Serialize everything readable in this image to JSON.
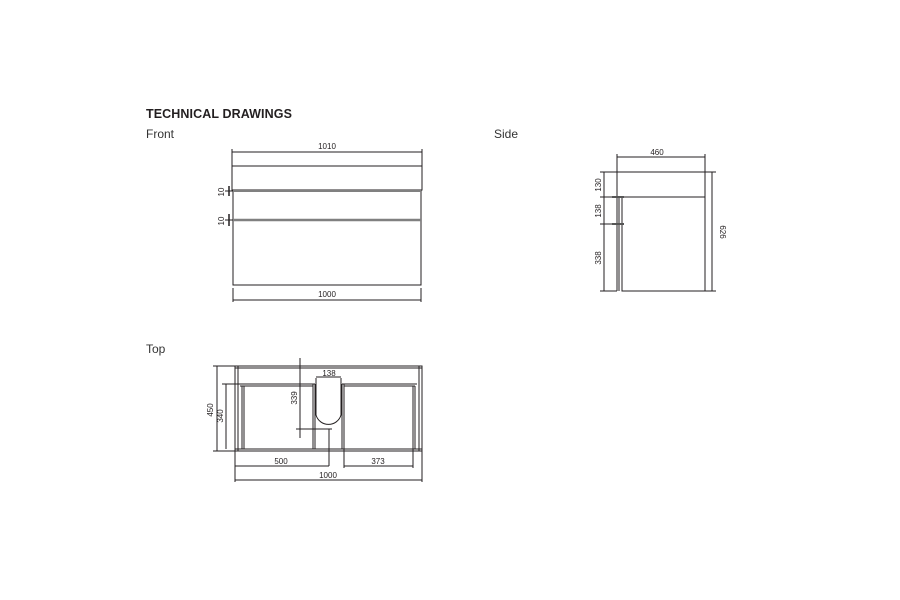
{
  "heading": "TECHNICAL DRAWINGS",
  "views": {
    "front": {
      "label": "Front",
      "dims": {
        "top_width": "1010",
        "bottom_width": "1000",
        "gap1": "10",
        "gap2": "10"
      }
    },
    "side": {
      "label": "Side",
      "dims": {
        "depth": "460",
        "top_height": "130",
        "drawer_height": "138",
        "lower_height": "338",
        "total_height": "626"
      }
    },
    "top": {
      "label": "Top",
      "dims": {
        "basin_width": "138",
        "basin_depth": "339",
        "outer_depth": "450",
        "inner_depth": "340",
        "left_offset": "500",
        "right_offset": "373",
        "total_width": "1000"
      }
    }
  },
  "colors": {
    "line": "#231f20",
    "gap": "#808080"
  }
}
